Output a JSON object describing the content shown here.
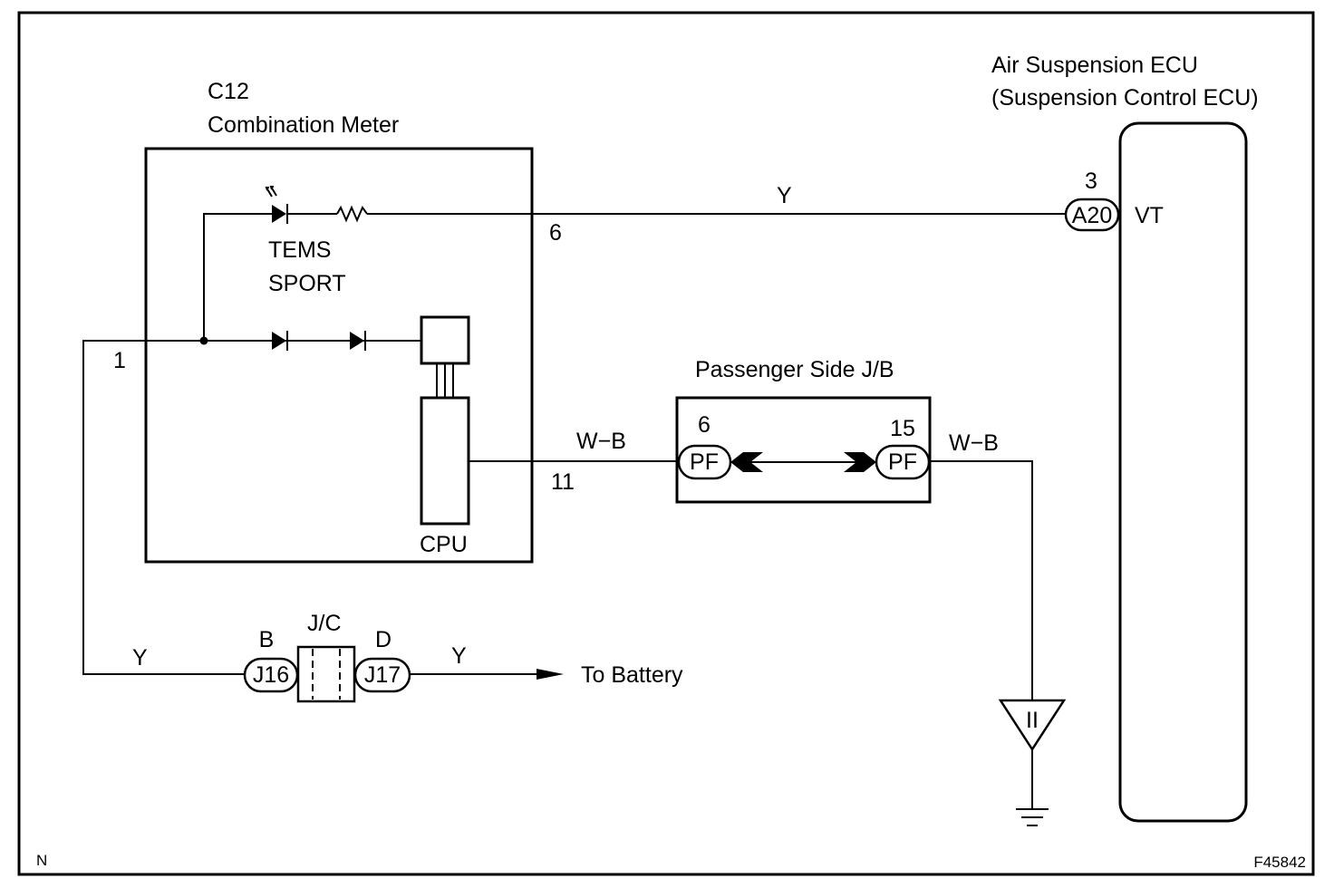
{
  "meter": {
    "code": "C12",
    "name": "Combination Meter",
    "indicator_line1": "TEMS",
    "indicator_line2": "SPORT",
    "cpu": "CPU",
    "pin_power": "1",
    "pin_indicator": "6",
    "pin_ground": "11"
  },
  "ecu": {
    "name_line1": "Air Suspension ECU",
    "name_line2": "(Suspension Control ECU)",
    "pin": "3",
    "connector": "A20",
    "terminal": "VT"
  },
  "junction_block": {
    "name": "Passenger Side J/B",
    "pin_left": "6",
    "pin_right": "15",
    "connector_left": "PF",
    "connector_right": "PF"
  },
  "junction_connector": {
    "name": "J/C",
    "side_left": "B",
    "side_right": "D",
    "connector_left": "J16",
    "connector_right": "J17"
  },
  "wires": {
    "indicator": "Y",
    "ground_in": "W−B",
    "ground_out": "W−B",
    "power_left": "Y",
    "power_right": "Y"
  },
  "ground_point": "II",
  "to_battery": "To Battery",
  "corner_left": "N",
  "figure_code": "F45842"
}
